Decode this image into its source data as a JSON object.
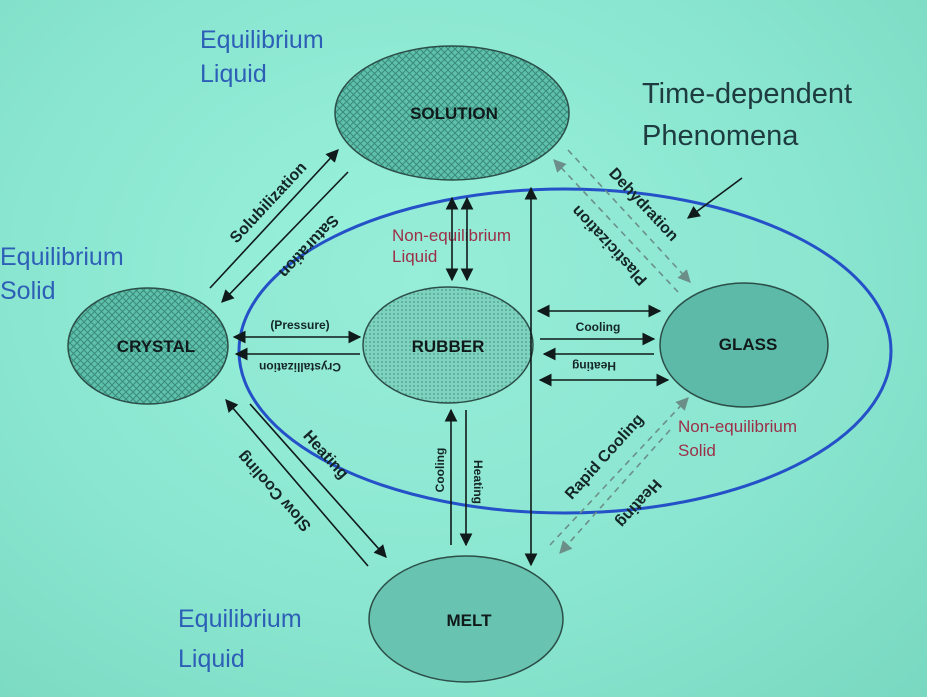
{
  "phase_labels": {
    "top": [
      "Equilibrium",
      "Liquid"
    ],
    "left": [
      "Equilibrium",
      "Solid"
    ],
    "bottom": [
      "Equilibrium",
      "Liquid"
    ]
  },
  "region_title": [
    "Time-dependent",
    "Phenomena"
  ],
  "nonequilibrium_liquid": [
    "Non-equilibrium",
    "Liquid"
  ],
  "nonequilibrium_solid": [
    "Non-equilibrium",
    "Solid"
  ],
  "states": {
    "solution": "SOLUTION",
    "crystal": "CRYSTAL",
    "rubber": "RUBBER",
    "glass": "GLASS",
    "melt": "MELT"
  },
  "transitions": {
    "solubilization": "Solubilization",
    "saturation": "Saturation",
    "dehydration": "Dehydration",
    "plasticization": "Plasticization",
    "pressure": "(Pressure)",
    "crystallization": "Crystallization",
    "cooling_rg": "Cooling",
    "heating_gr": "Heating",
    "heating_cm": "Heating",
    "slow_cooling": "Slow Cooling",
    "cooling_mr": "Cooling",
    "heating_rm": "Heating",
    "rapid_cooling": "Rapid Cooling",
    "heating_gm": "Heating"
  },
  "colors": {
    "blue_outline": "#2450c8",
    "label_blue": "#2d5fb7",
    "label_red": "#9c2f48"
  }
}
